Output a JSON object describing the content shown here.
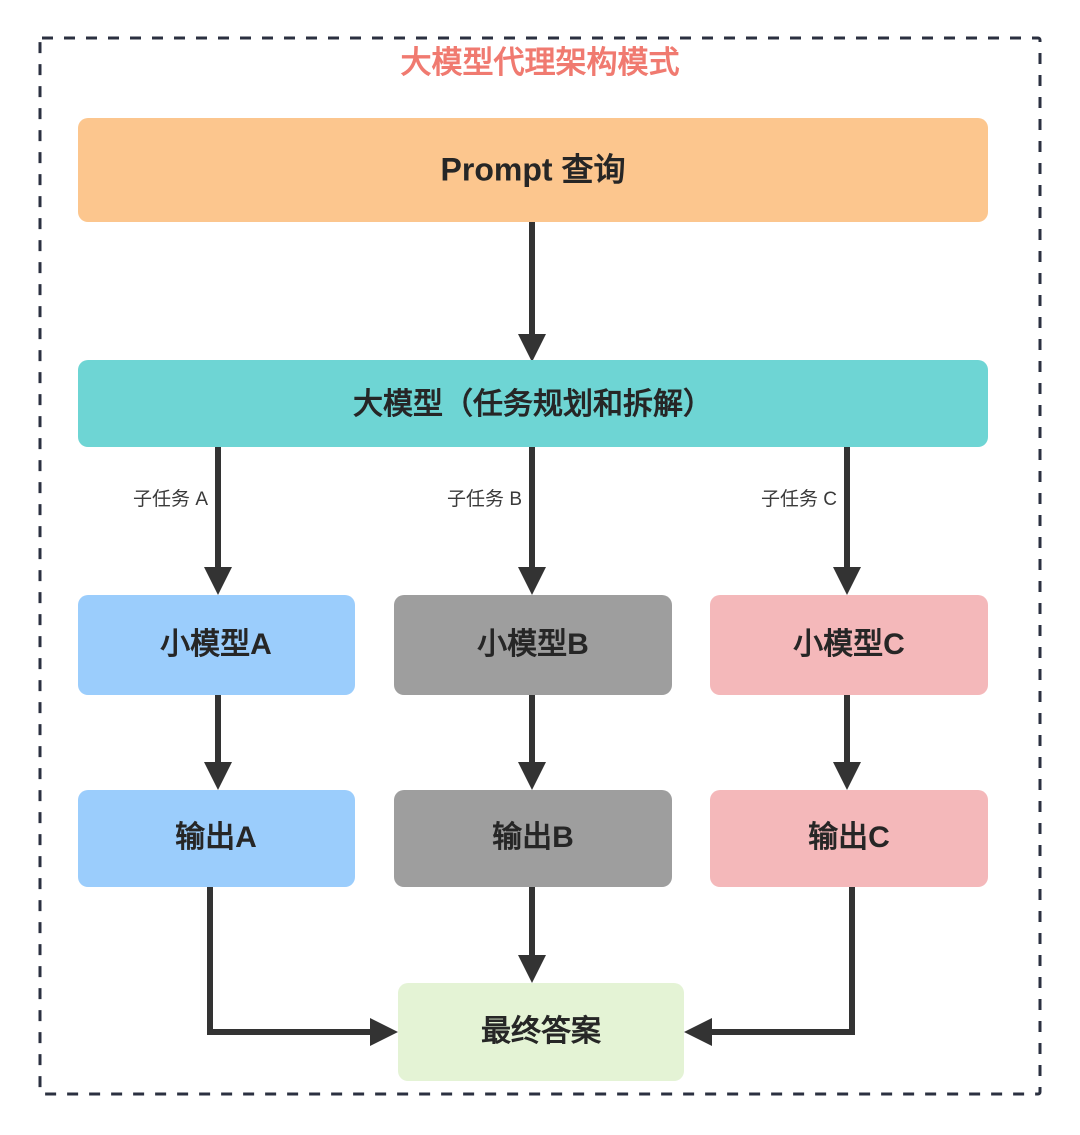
{
  "diagram": {
    "title": "大模型代理架构模式",
    "title_color": "#F07A70",
    "container": {
      "border_style": "dashed",
      "border_color": "#2b3040"
    },
    "nodes": [
      {
        "id": "prompt",
        "label": "Prompt 查询",
        "color": "#FCC68E"
      },
      {
        "id": "llm",
        "label": "大模型（任务规划和拆解）",
        "color": "#6ED5D4"
      },
      {
        "id": "modelA",
        "label": "小模型A",
        "color": "#9BCDFC"
      },
      {
        "id": "modelB",
        "label": "小模型B",
        "color": "#9E9E9E"
      },
      {
        "id": "modelC",
        "label": "小模型C",
        "color": "#F4B8BA"
      },
      {
        "id": "outputA",
        "label": "输出A",
        "color": "#9BCDFC"
      },
      {
        "id": "outputB",
        "label": "输出B",
        "color": "#9E9E9E"
      },
      {
        "id": "outputC",
        "label": "输出C",
        "color": "#F4B8BA"
      },
      {
        "id": "final",
        "label": "最终答案",
        "color": "#E4F3D5"
      }
    ],
    "edges": [
      {
        "from": "prompt",
        "to": "llm",
        "label": ""
      },
      {
        "from": "llm",
        "to": "modelA",
        "label": "子任务 A"
      },
      {
        "from": "llm",
        "to": "modelB",
        "label": "子任务 B"
      },
      {
        "from": "llm",
        "to": "modelC",
        "label": "子任务 C"
      },
      {
        "from": "modelA",
        "to": "outputA",
        "label": ""
      },
      {
        "from": "modelB",
        "to": "outputB",
        "label": ""
      },
      {
        "from": "modelC",
        "to": "outputC",
        "label": ""
      },
      {
        "from": "outputA",
        "to": "final",
        "label": ""
      },
      {
        "from": "outputB",
        "to": "final",
        "label": ""
      },
      {
        "from": "outputC",
        "to": "final",
        "label": ""
      }
    ],
    "edge_color": "#333333",
    "text_color": "#262626"
  }
}
